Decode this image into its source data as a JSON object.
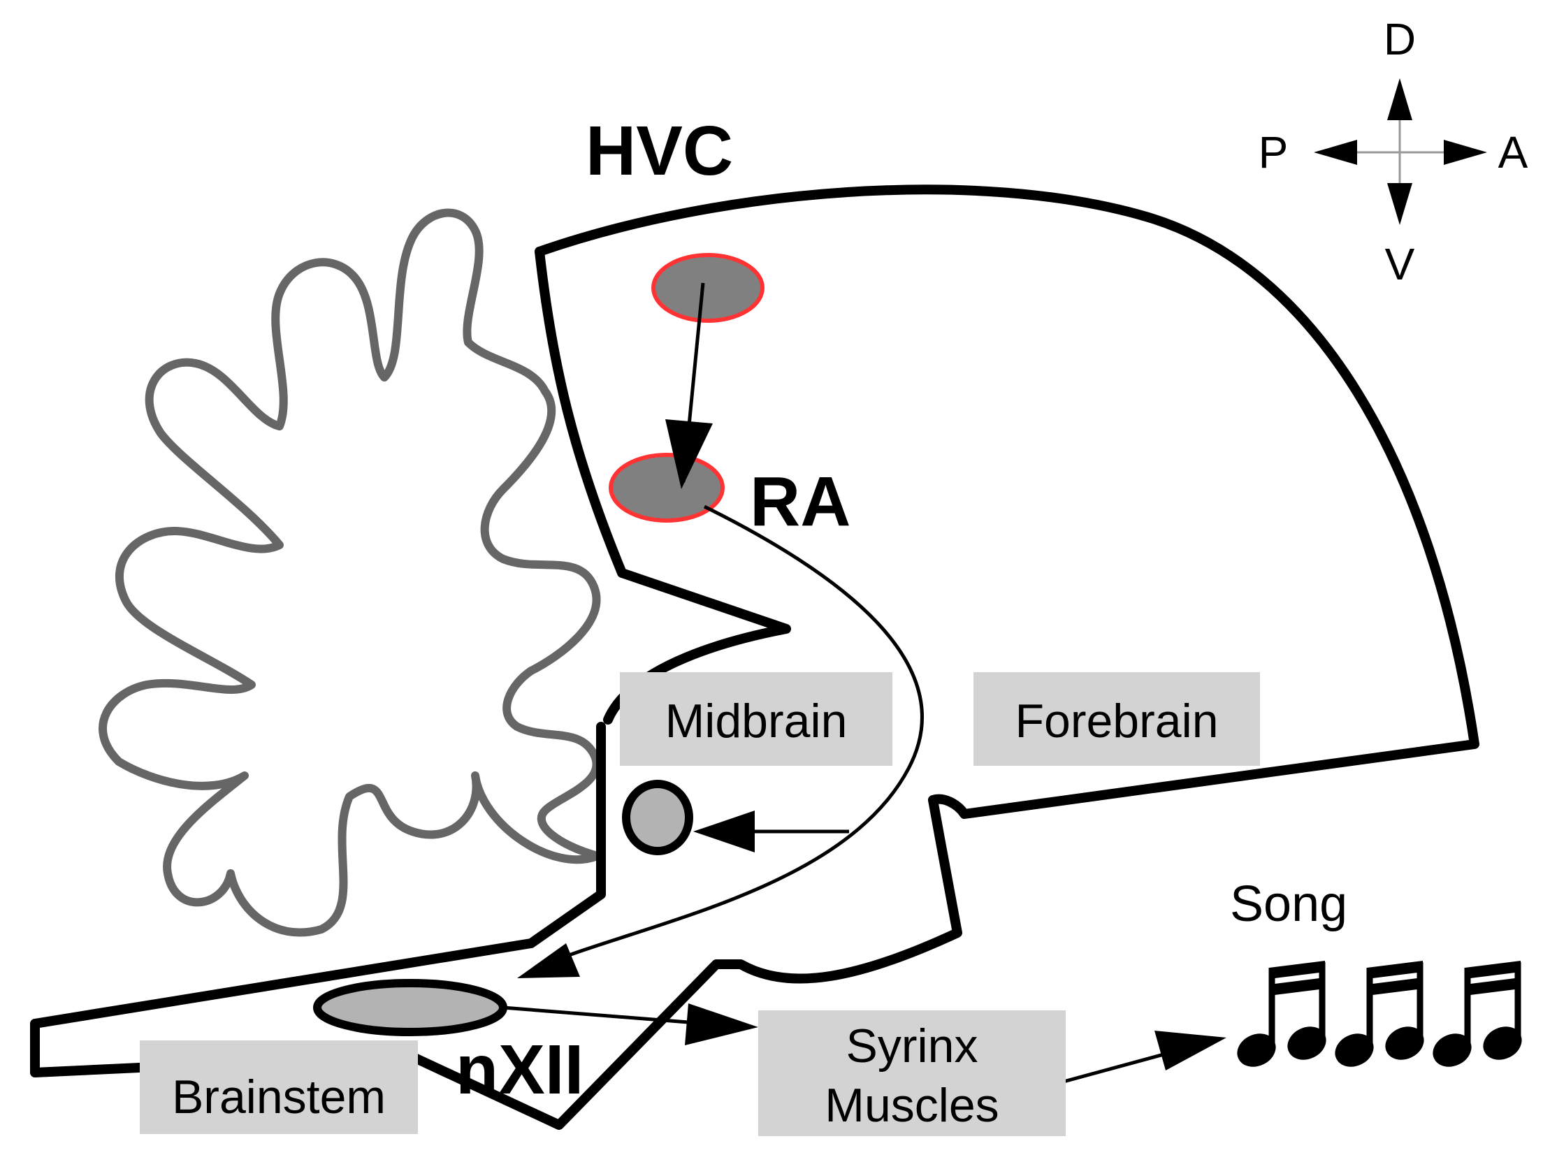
{
  "labels": {
    "hvc": "HVC",
    "ra": "RA",
    "nxii": "nXII",
    "song": "Song"
  },
  "boxes": {
    "midbrain": "Midbrain",
    "forebrain": "Forebrain",
    "brainstem": "Brainstem",
    "syrinx_line1": "Syrinx",
    "syrinx_line2": "Muscles"
  },
  "compass": {
    "dorsal": "D",
    "ventral": "V",
    "posterior": "P",
    "anterior": "A"
  },
  "colors": {
    "outline": "#000000",
    "cerebellum": "#666666",
    "nucleus_fill": "#808080",
    "nucleus_stroke": "#ff3333",
    "small_nucleus_fill": "#b3b3b3",
    "label_box": "#d3d3d3"
  },
  "icons": {
    "song_notes": "beamed-sixteenth-notes-icon"
  }
}
